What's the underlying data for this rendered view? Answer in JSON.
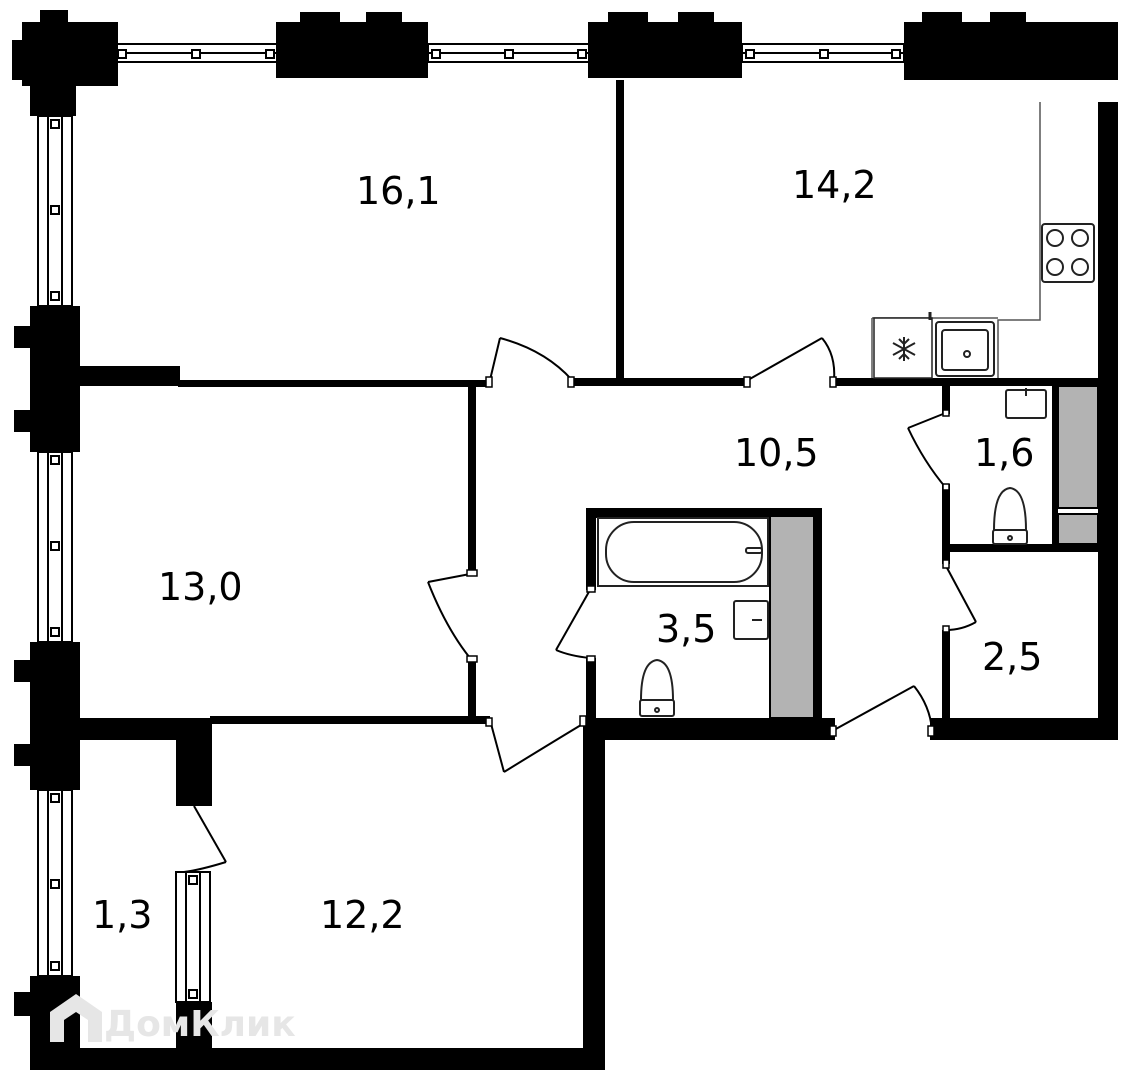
{
  "floor_plan": {
    "rooms": [
      {
        "id": "room-top-left",
        "area": "16,1"
      },
      {
        "id": "room-kitchen",
        "area": "14,2"
      },
      {
        "id": "room-hall",
        "area": "10,5"
      },
      {
        "id": "room-wc",
        "area": "1,6"
      },
      {
        "id": "room-left-middle",
        "area": "13,0"
      },
      {
        "id": "room-bathroom",
        "area": "3,5"
      },
      {
        "id": "room-storage",
        "area": "2,5"
      },
      {
        "id": "room-balcony",
        "area": "1,3"
      },
      {
        "id": "room-bottom",
        "area": "12,2"
      }
    ],
    "colors": {
      "wall": "#000000",
      "shaft": "#b3b3b3",
      "line": "#555555",
      "watermark": "#e6e6e6"
    },
    "watermark": "ДомКлик",
    "icons": [
      "snowflake-icon",
      "cooktop-icon",
      "sink-icon",
      "bathtub-icon",
      "toilet-icon",
      "washbasin-icon",
      "watermark-logo-icon"
    ]
  }
}
